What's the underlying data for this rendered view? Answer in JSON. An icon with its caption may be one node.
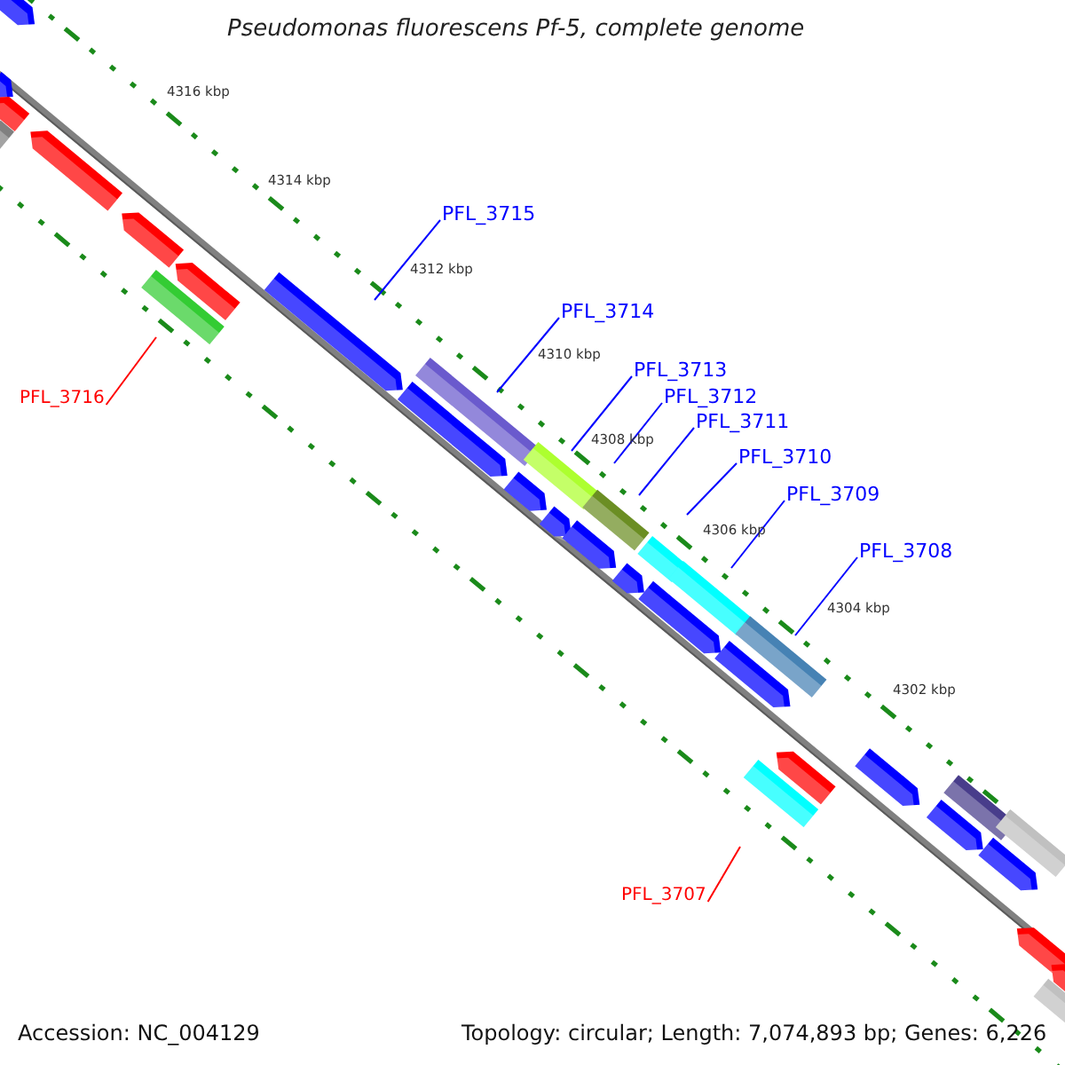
{
  "diagram": {
    "title": "Pseudomonas fluorescens Pf-5, complete genome",
    "nodes": [
      {
        "text": [
          "PFL_3715"
        ]
      },
      {
        "text": [
          "PFL_3714"
        ]
      },
      {
        "text": [
          "PFL_3713"
        ]
      },
      {
        "text": [
          "PFL_3712"
        ]
      },
      {
        "text": [
          "PFL_3716"
        ]
      },
      {
        "text": [
          "PFL_3711"
        ]
      },
      {
        "text": [
          "PFL_3710"
        ]
      },
      {
        "text": [
          "PFL_3709"
        ]
      },
      {
        "text": [
          "PFL_3708"
        ]
      },
      {
        "text": [
          "PFL_3707"
        ]
      }
    ],
    "edges": [
      {
        "from": 0,
        "to": null,
        "arrow": "none"
      },
      {
        "from": 1,
        "to": null,
        "arrow": "none"
      },
      {
        "from": 2,
        "to": null,
        "arrow": "none"
      },
      {
        "from": 3,
        "to": null,
        "arrow": "none"
      },
      {
        "from": 4,
        "to": null,
        "arrow": "none",
        "color": "#ff0000"
      },
      {
        "from": 5,
        "to": null,
        "arrow": "none"
      },
      {
        "from": 6,
        "to": null,
        "arrow": "none"
      },
      {
        "from": 7,
        "to": null,
        "arrow": "none"
      },
      {
        "from": 8,
        "to": null,
        "arrow": "none"
      },
      {
        "from": 9,
        "to": null,
        "arrow": "none",
        "color": "#ff0000"
      }
    ],
    "labels": [
      "4316 kbp",
      "4314 kbp",
      "4312 kbp",
      "4310 kbp",
      "4308 kbp",
      "4306 kbp",
      "4304 kbp",
      "4302 kbp",
      "Accession: NC_004129",
      "Topology: circular; Length: 7,074,893 bp; Genes: 6,226"
    ]
  }
}
